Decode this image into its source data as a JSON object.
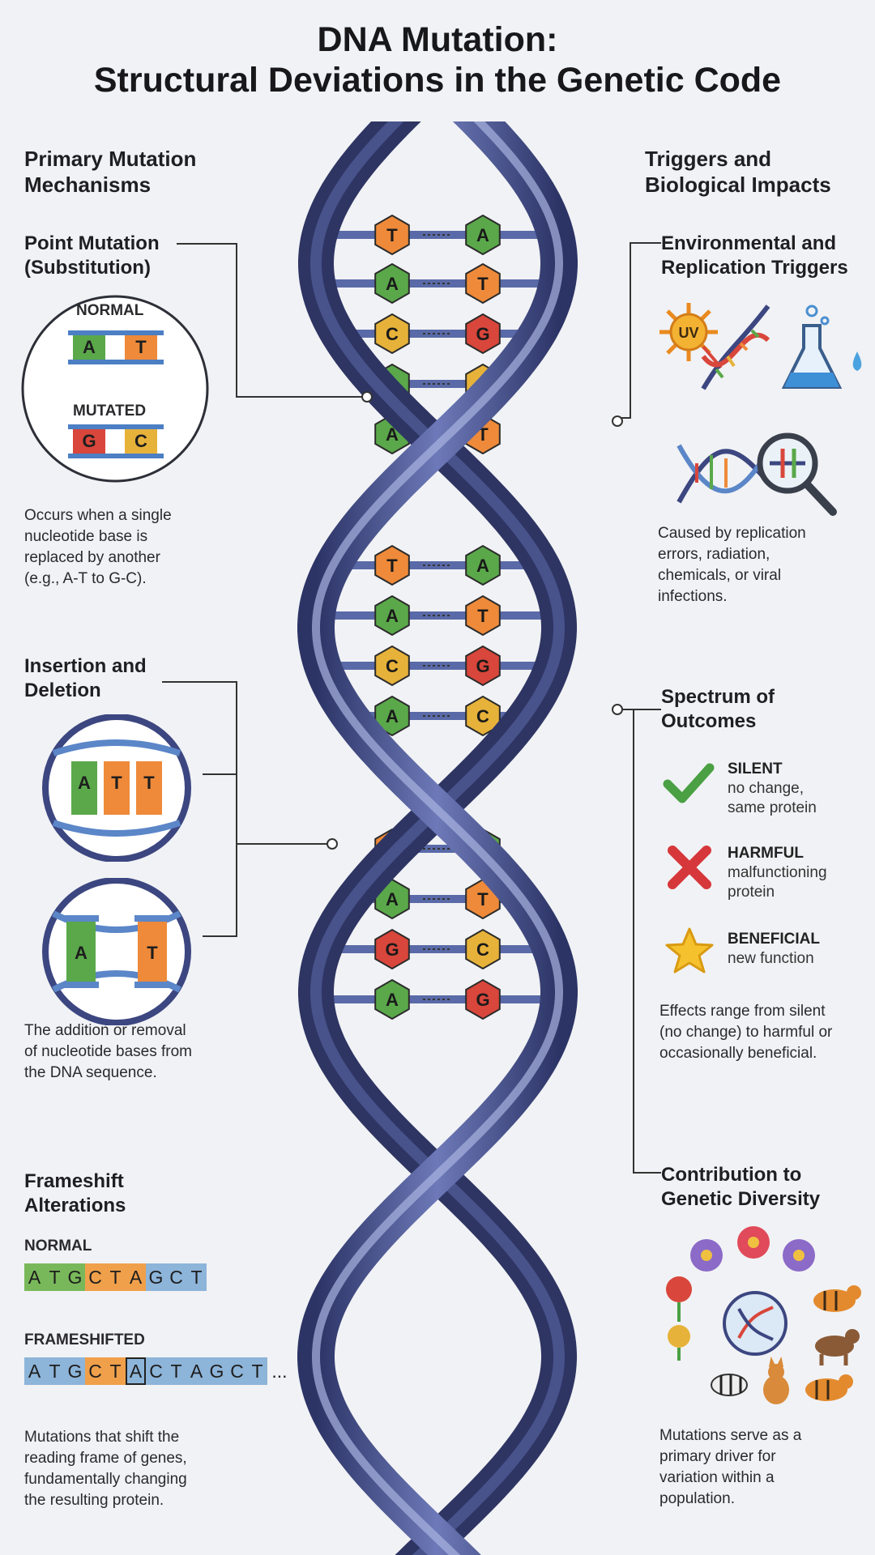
{
  "title": {
    "line1": "DNA Mutation:",
    "line2": "Structural Deviations in the Genetic Code"
  },
  "left": {
    "heading_line1": "Primary Mutation",
    "heading_line2": "Mechanisms",
    "point": {
      "title_line1": "Point Mutation",
      "title_line2": "(Substitution)",
      "normal_label": "NORMAL",
      "normal_bases": [
        "A",
        "T"
      ],
      "mutated_label": "MUTATED",
      "mutated_bases": [
        "G",
        "C"
      ],
      "desc": [
        "Occurs when a single",
        "nucleotide base is",
        "replaced by another",
        "(e.g., A-T to G-C)."
      ]
    },
    "indel": {
      "title_line1": "Insertion and",
      "title_line2": "Deletion",
      "top_bases": [
        "A",
        "T",
        "T"
      ],
      "bottom_bases": [
        "A",
        "T"
      ],
      "desc": [
        "The addition or removal",
        "of nucleotide bases from",
        "the DNA sequence."
      ]
    },
    "frameshift": {
      "title_line1": "Frameshift",
      "title_line2": "Alterations",
      "normal_label": "NORMAL",
      "normal_seq": [
        "A",
        "T",
        "G",
        "C",
        "T",
        "A",
        "G",
        "C",
        "T"
      ],
      "shifted_label": "FRAMESHIFTED",
      "shifted_seq": [
        "A",
        "T",
        "G",
        "C",
        "T",
        "A",
        "C",
        "T",
        "A",
        "G",
        "C",
        "T"
      ],
      "shifted_suffix": "...",
      "desc": [
        "Mutations that shift the",
        "reading frame of genes,",
        "fundamentally changing",
        "the resulting protein."
      ]
    }
  },
  "right": {
    "heading_line1": "Triggers and",
    "heading_line2": "Biological Impacts",
    "triggers": {
      "title_line1": "Environmental and",
      "title_line2": "Replication Triggers",
      "uv_label": "UV",
      "desc": [
        "Caused by replication",
        "errors, radiation,",
        "chemicals, or viral",
        "infections."
      ]
    },
    "spectrum": {
      "title_line1": "Spectrum of",
      "title_line2": "Outcomes",
      "items": [
        {
          "name": "SILENT",
          "desc1": "no change,",
          "desc2": "same protein"
        },
        {
          "name": "HARMFUL",
          "desc1": "malfunctioning",
          "desc2": "protein"
        },
        {
          "name": "BENEFICIAL",
          "desc1": "new function",
          "desc2": ""
        }
      ],
      "desc": [
        "Effects range from silent",
        "(no change) to harmful or",
        "occasionally beneficial."
      ]
    },
    "diversity": {
      "title_line1": "Contribution to",
      "title_line2": "Genetic Diversity",
      "desc": [
        "Mutations serve as a",
        "primary driver for",
        "variation within a",
        "population."
      ]
    }
  },
  "helix": {
    "rungs": [
      [
        "T",
        "A"
      ],
      [
        "A",
        "T"
      ],
      [
        "C",
        "G"
      ],
      [
        "A",
        "C"
      ],
      [
        "A",
        "T"
      ],
      [
        "T",
        "A"
      ],
      [
        "A",
        "T"
      ],
      [
        "C",
        "G"
      ],
      [
        "A",
        "C"
      ],
      [
        "T",
        "A"
      ],
      [
        "A",
        "T"
      ],
      [
        "G",
        "C"
      ],
      [
        "A",
        "G"
      ]
    ]
  },
  "colors": {
    "A": "#5aa84a",
    "T": "#ee8a3a",
    "G": "#d9463b",
    "C": "#e7b23a",
    "strand": "#3c4680",
    "strand_light": "#7f8bc4",
    "seq_blue": "#8db4d9",
    "seq_green": "#79b85a",
    "seq_orange": "#f0a04b"
  }
}
